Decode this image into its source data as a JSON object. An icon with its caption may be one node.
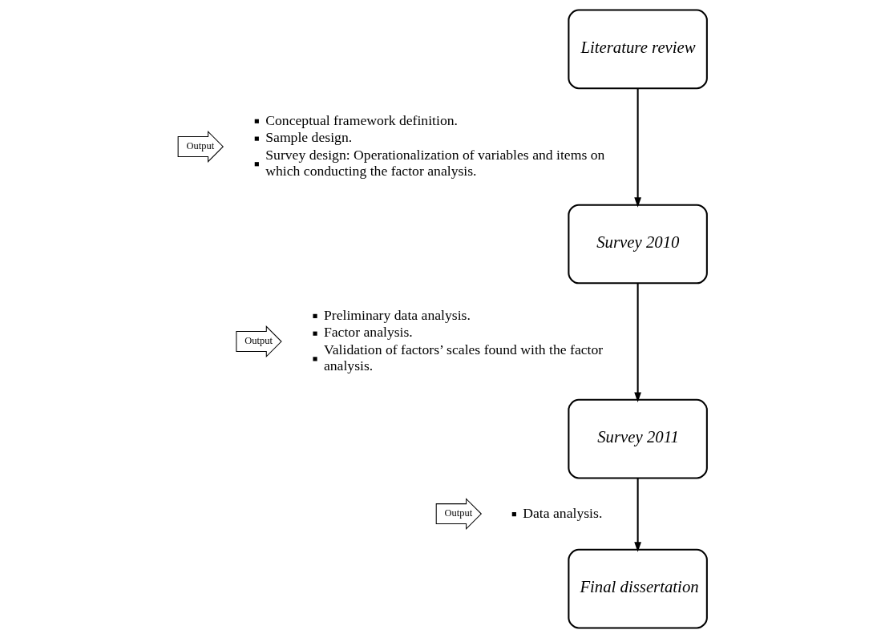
{
  "diagram": {
    "nodes": [
      {
        "text": [
          "Literature review"
        ]
      },
      {
        "text": [
          "Output"
        ],
        "beside": [
          "Conceptual framework definition.",
          "Sample design.",
          "Survey design: Operationalization of variables and items on which conducting the factor analysis."
        ]
      },
      {
        "text": [
          "Survey 2010"
        ]
      },
      {
        "text": [
          "Output"
        ],
        "beside": [
          "Preliminary data analysis.",
          "Factor analysis.",
          "Validation of factors’ scales found with the factor analysis."
        ]
      },
      {
        "text": [
          "Survey 2011"
        ]
      },
      {
        "text": [
          "Output"
        ],
        "beside": [
          "Data analysis."
        ]
      },
      {
        "text": [
          "Final dissertation"
        ]
      }
    ],
    "edges": [
      {
        "from": 0,
        "to": 2,
        "arrow": "to"
      },
      {
        "from": 2,
        "to": 4,
        "arrow": "to"
      },
      {
        "from": 4,
        "to": 6,
        "arrow": "to"
      }
    ]
  }
}
